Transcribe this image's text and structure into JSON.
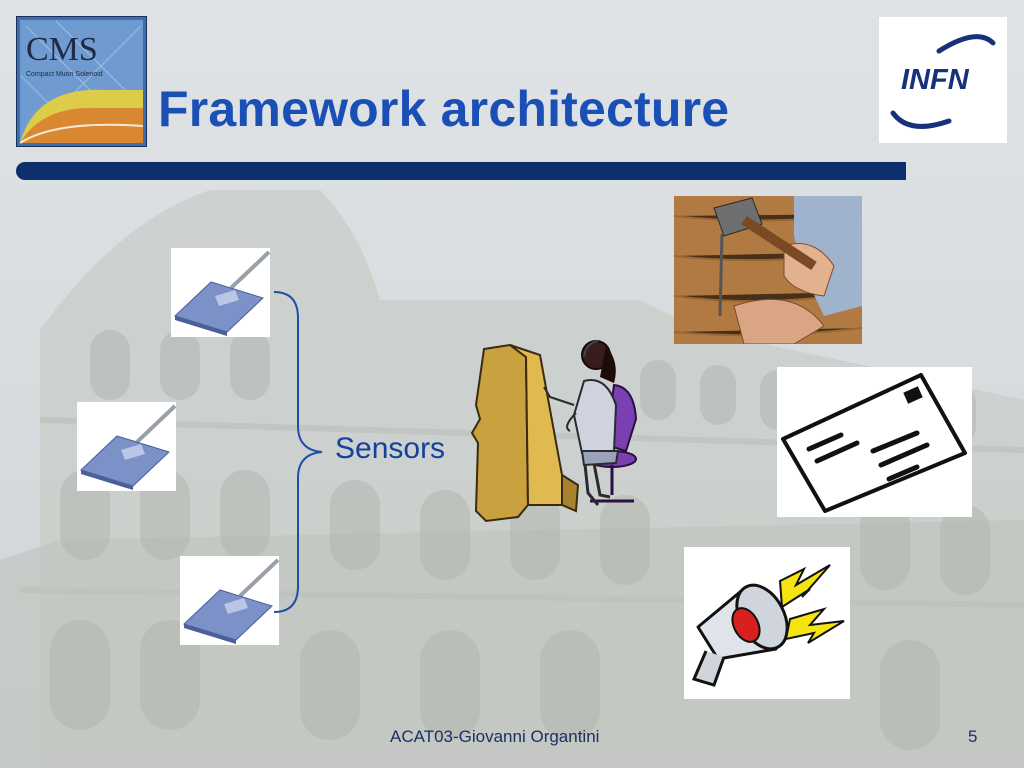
{
  "slide": {
    "title": "Framework architecture",
    "sensors_label": "Sensors",
    "footer_credit": "ACAT03-Giovanni Organtini",
    "page_number": "5"
  },
  "logos": {
    "left_text": "CMS",
    "left_subtext": "Compact Muon Solenoid",
    "right_text": "INFN"
  },
  "icons": {
    "sensor": "sensor-chip-icon",
    "operator": "desk-operator-icon",
    "hammer": "hammer-nail-photo",
    "letter": "envelope-letter-icon",
    "alarm": "megaphone-alarm-icon"
  },
  "colors": {
    "title": "#1a4fb6",
    "divider": "#0e2f6e",
    "brace": "#1f4fa6"
  }
}
